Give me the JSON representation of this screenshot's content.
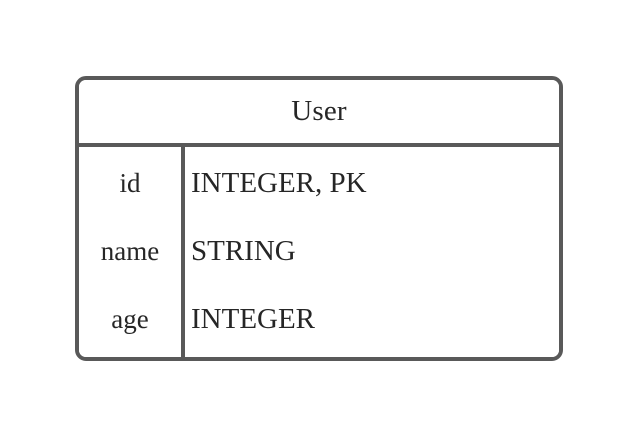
{
  "diagram": {
    "type": "entity-relationship-table",
    "background_color": "#ffffff",
    "border_color": "#595959",
    "text_color": "#262626",
    "entity": {
      "name": "User",
      "columns": [
        {
          "name": "id",
          "type": "INTEGER, PK"
        },
        {
          "name": "name",
          "type": "STRING"
        },
        {
          "name": "age",
          "type": "INTEGER"
        }
      ]
    }
  }
}
